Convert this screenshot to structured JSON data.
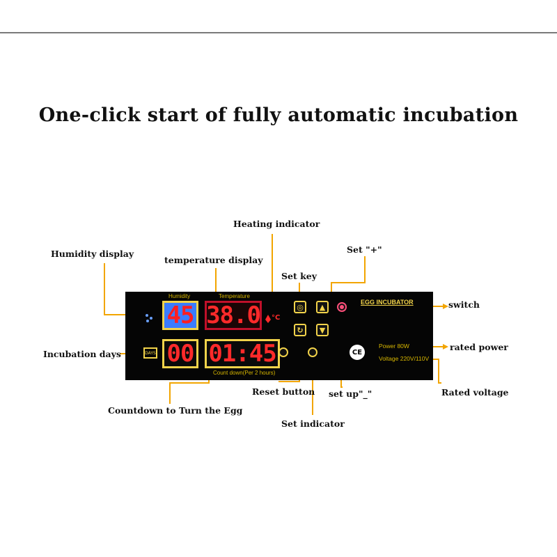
{
  "headline": "One-click start of fully automatic incubation",
  "callouts": {
    "heating_indicator": "Heating indicator",
    "humidity_display": "Humidity display",
    "temperature_display": "temperature display",
    "set_plus": "Set \"+\"",
    "set_key": "Set key",
    "switch": "switch",
    "incubation_days": "Incubation days",
    "rated_power": "rated power",
    "reset_button": "Reset button",
    "set_up_minus": "set up\"_\"",
    "rated_voltage": "Rated voltage",
    "countdown_turn": "Countdown to Turn the Egg",
    "set_indicator": "Set indicator"
  },
  "panel": {
    "humidity_label": "Humidity",
    "temperature_label": "Temperature",
    "humidity_value": "45",
    "temperature_value": "38.0",
    "temp_unit": "°C",
    "days_icon_label": "DAYS",
    "days_value": "00",
    "countdown_value": "01:45",
    "countdown_label": "Count down(Per 2 hours)",
    "brand": "EGG INCUBATOR",
    "power": "Power 80W",
    "voltage": "Voltage 220V/110V",
    "ce_mark": "CE"
  },
  "colors": {
    "leader": "#f2a500",
    "frame": "#f2d34a",
    "digits": "#ff2a2a",
    "humidity_bg": "#3a7cff"
  }
}
